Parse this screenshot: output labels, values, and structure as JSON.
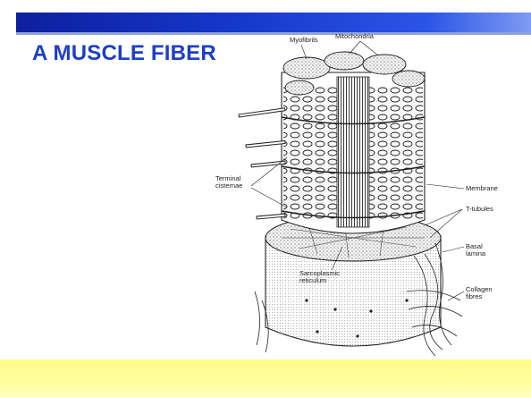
{
  "slide": {
    "title": "A MUSCLE FIBER"
  },
  "figure": {
    "labels": {
      "myofibrils": "Myofibrils",
      "mitochondria": "Mitochondria",
      "terminal_cisternae_line1": "Terminal",
      "terminal_cisternae_line2": "cisternae",
      "membrane": "Membrane",
      "t_tubules": "T-tubules",
      "basal_lamina_line1": "Basal",
      "basal_lamina_line2": "lamina",
      "sarcoplasmic_reticulum_line1": "Sarcoplasmic",
      "sarcoplasmic_reticulum_line2": "reticulum",
      "collagen_fibres_line1": "Collagen",
      "collagen_fibres_line2": "fibres"
    }
  },
  "colors": {
    "title": "#1d3ec7",
    "top_bar": "#1536c8",
    "bottom_bar": "#ffff9e"
  }
}
